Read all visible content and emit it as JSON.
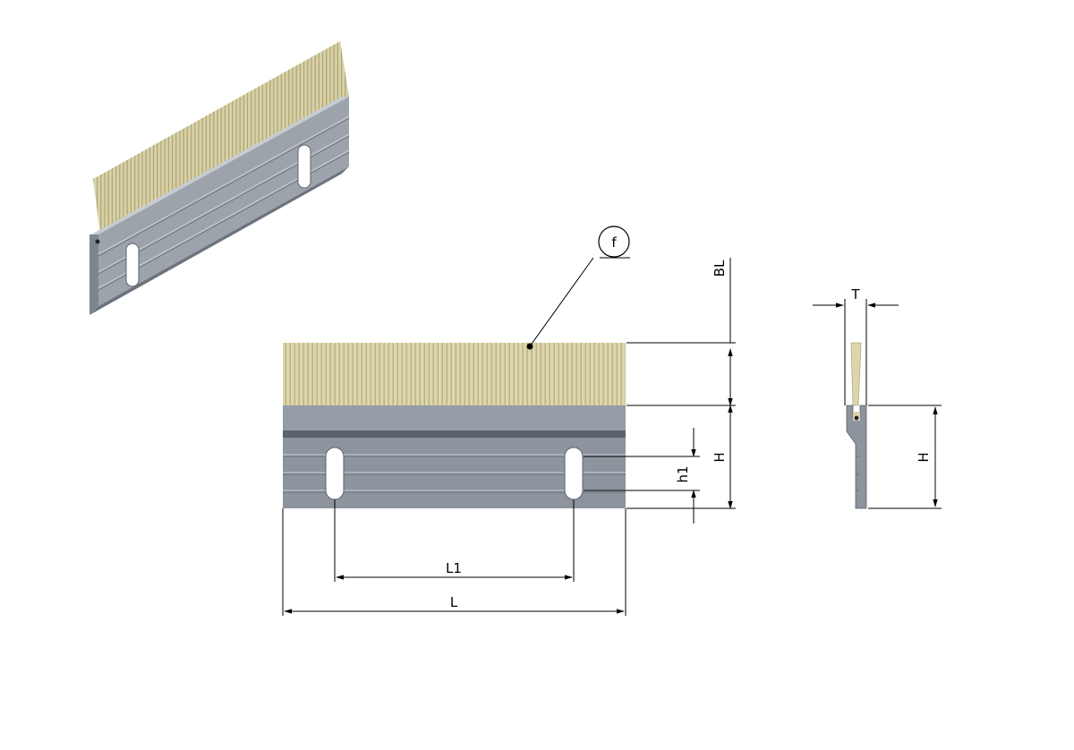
{
  "drawing": {
    "callout_label": "f",
    "labels": {
      "bristle_length": "BL",
      "height_front": "H",
      "slot_height": "h1",
      "slot_spacing": "L1",
      "length": "L",
      "thickness": "T",
      "height_side": "H"
    }
  },
  "colors": {
    "bristle": "#ddd6ad",
    "bristle_line": "#b3ab7a",
    "plate": "#8d949e",
    "plate_dark": "#5b626c",
    "plate_light": "#aab0b8",
    "dimension_line": "#000000"
  }
}
